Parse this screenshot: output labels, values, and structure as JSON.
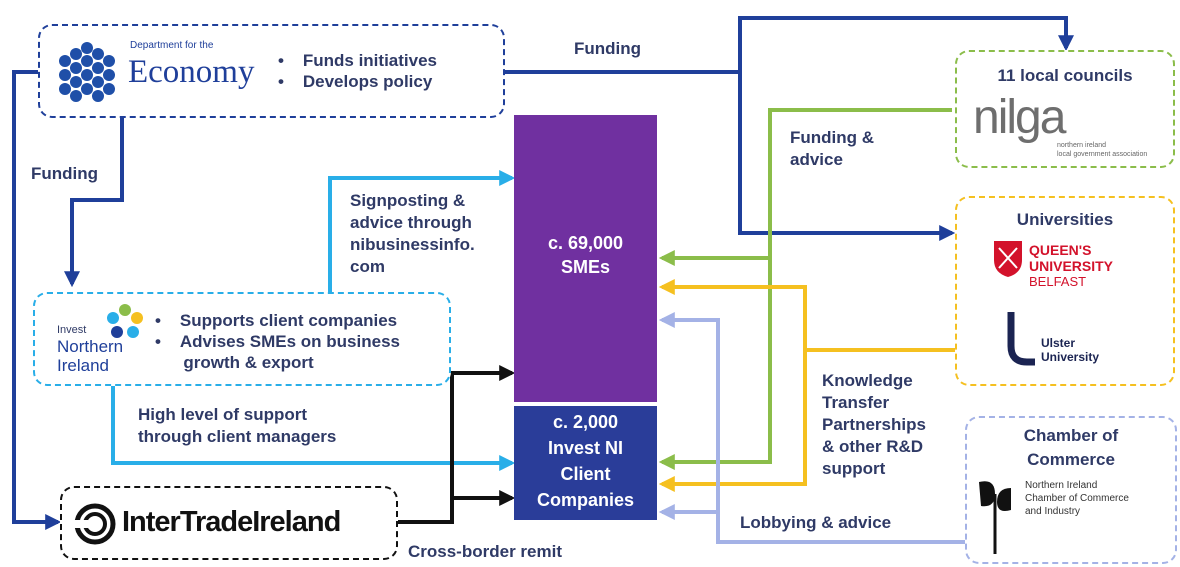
{
  "economy": {
    "logo_small": "Department for the",
    "logo_big": "Economy",
    "bullets": [
      "Funds initiatives",
      "Develops policy"
    ]
  },
  "invest_ni": {
    "logo_small": "Invest",
    "logo_line1": "Northern",
    "logo_line2": "Ireland",
    "bullets": [
      "Supports client companies",
      "Advises SMEs on business",
      "growth & export"
    ]
  },
  "intertrade": {
    "name": "InterTradeIreland"
  },
  "smes": {
    "line1": "c. 69,000",
    "line2": "SMEs"
  },
  "clients": {
    "line1": "c. 2,000",
    "line2": "Invest NI",
    "line3": "Client",
    "line4": "Companies"
  },
  "councils": {
    "title": "11 local councils",
    "logo": "nilga",
    "logo_sub1": "northern ireland",
    "logo_sub2": "local government association"
  },
  "universities": {
    "title": "Universities",
    "queens_line1": "QUEEN'S",
    "queens_line2": "UNIVERSITY",
    "queens_line3": "BELFAST",
    "ulster_line1": "Ulster",
    "ulster_line2": "University"
  },
  "chamber": {
    "title_line1": "Chamber of",
    "title_line2": "Commerce",
    "logo_line1": "Northern Ireland",
    "logo_line2": "Chamber of Commerce",
    "logo_line3": "and Industry"
  },
  "labels": {
    "funding_top": "Funding",
    "funding_left": "Funding",
    "funding_advice_1": "Funding &",
    "funding_advice_2": "advice",
    "signposting_1": "Signposting &",
    "signposting_2": "advice through",
    "signposting_3": "nibusinessinfo.",
    "signposting_4": "com",
    "high_level_1": "High level of support",
    "high_level_2": "through client managers",
    "ktp_1": "Knowledge",
    "ktp_2": "Transfer",
    "ktp_3": "Partnerships",
    "ktp_4": "& other R&D",
    "ktp_5": "support",
    "lobbying": "Lobbying & advice",
    "cross_border": "Cross-border remit"
  },
  "colors": {
    "dark_blue": "#1f3f9a",
    "light_blue": "#29aee8",
    "green": "#8bbd4a",
    "yellow": "#f5c020",
    "lavender": "#a4b2e6",
    "purple": "#7030a0",
    "navy": "#2a3d99",
    "black": "#111111"
  }
}
